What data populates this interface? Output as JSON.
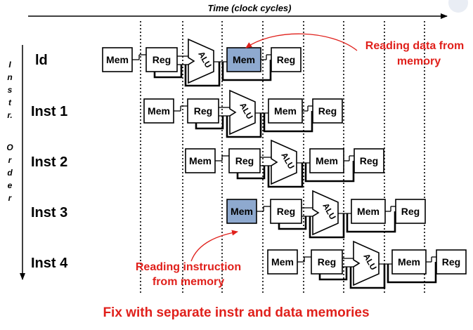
{
  "header": {
    "time_axis_label": "Time (clock cycles)"
  },
  "vertical_axis": {
    "letters": [
      "I",
      "n",
      "s",
      "t",
      "r.",
      "",
      "O",
      "r",
      "d",
      "e",
      "r"
    ]
  },
  "rows": [
    {
      "label": "ld",
      "stages": [
        "Mem",
        "Reg",
        "ALU",
        "Mem",
        "Reg"
      ]
    },
    {
      "label": "Inst 1",
      "stages": [
        "Mem",
        "Reg",
        "ALU",
        "Mem",
        "Reg"
      ]
    },
    {
      "label": "Inst 2",
      "stages": [
        "Mem",
        "Reg",
        "ALU",
        "Mem",
        "Reg"
      ]
    },
    {
      "label": "Inst 3",
      "stages": [
        "Mem",
        "Reg",
        "ALU",
        "Mem",
        "Reg"
      ]
    },
    {
      "label": "Inst 4",
      "stages": [
        "Mem",
        "Reg",
        "ALU",
        "Mem",
        "Reg"
      ]
    }
  ],
  "annotations": {
    "data_read_line1": "Reading data from",
    "data_read_line2": "memory",
    "instr_read_line1": "Reading instruction",
    "instr_read_line2": "from memory"
  },
  "footer": {
    "message": "Fix with separate instr and data memories"
  },
  "colors": {
    "highlight": "#8EA9CF",
    "annotation": "#E0201B",
    "line": "#000000"
  }
}
